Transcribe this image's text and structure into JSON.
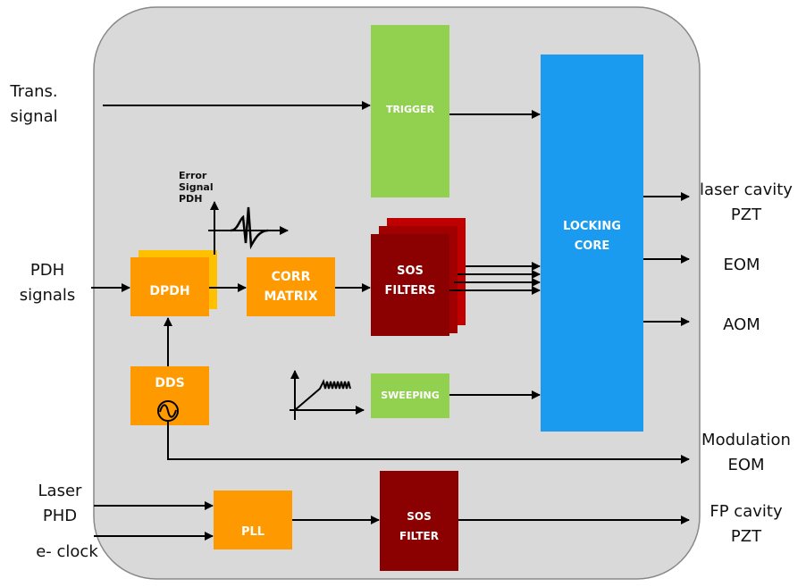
{
  "inputs": {
    "trans_signal": [
      "Trans.",
      "signal"
    ],
    "pdh_signals": [
      "PDH",
      "signals"
    ],
    "laser_phd": [
      "Laser",
      "PHD"
    ],
    "e_clock": "e- clock"
  },
  "outputs": {
    "laser_cavity_pzt": [
      "laser cavity",
      "PZT"
    ],
    "eom": "EOM",
    "aom": "AOM",
    "modulation_eom": [
      "Modulation",
      "EOM"
    ],
    "fp_cavity_pzt": [
      "FP cavity",
      "PZT"
    ]
  },
  "blocks": {
    "trigger": "TRIGGER",
    "locking_core": [
      "LOCKING",
      "CORE"
    ],
    "dpdh": "DPDH",
    "corr_matrix": [
      "CORR",
      "MATRIX"
    ],
    "sos_filters": [
      "SOS",
      "FILTERS"
    ],
    "dds": "DDS",
    "sweeping": "SWEEPING",
    "pll": "PLL",
    "sos_filter": [
      "SOS",
      "FILTER"
    ]
  },
  "error_signal_label": [
    "Error",
    "Signal",
    "PDH"
  ],
  "colors": {
    "board": "#d9d9d9",
    "green": "#92d050",
    "blue": "#1a9bf0",
    "orange": "#ff9900",
    "dark_red": "#8b0000",
    "yellow": "#ffc000"
  }
}
